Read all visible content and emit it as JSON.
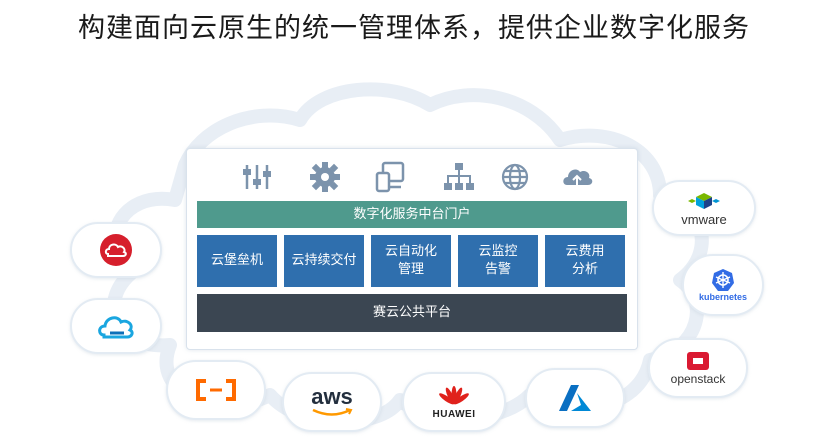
{
  "title": "构建面向云原生的统一管理体系，提供企业数字化服务",
  "top_icons": [
    "sliders-icon",
    "gear-icon",
    "devices-icon",
    "org-chart-icon",
    "globe-icon",
    "cloud-upload-icon"
  ],
  "portal": "数字化服务中台门户",
  "services": [
    "云堡垒机",
    "云持续交付",
    "云自动化\n管理",
    "云监控\n告警",
    "云费用\n分析"
  ],
  "platform": "赛云公共平台",
  "vendors": {
    "vmware": "vmware",
    "kubernetes": "kubernetes",
    "openstack": "openstack",
    "aws": "aws",
    "huawei": "HUAWEI"
  },
  "colors": {
    "portal": "#4f9a8d",
    "service": "#2f6fae",
    "platform": "#3b4652",
    "icon": "#7c93ac"
  }
}
